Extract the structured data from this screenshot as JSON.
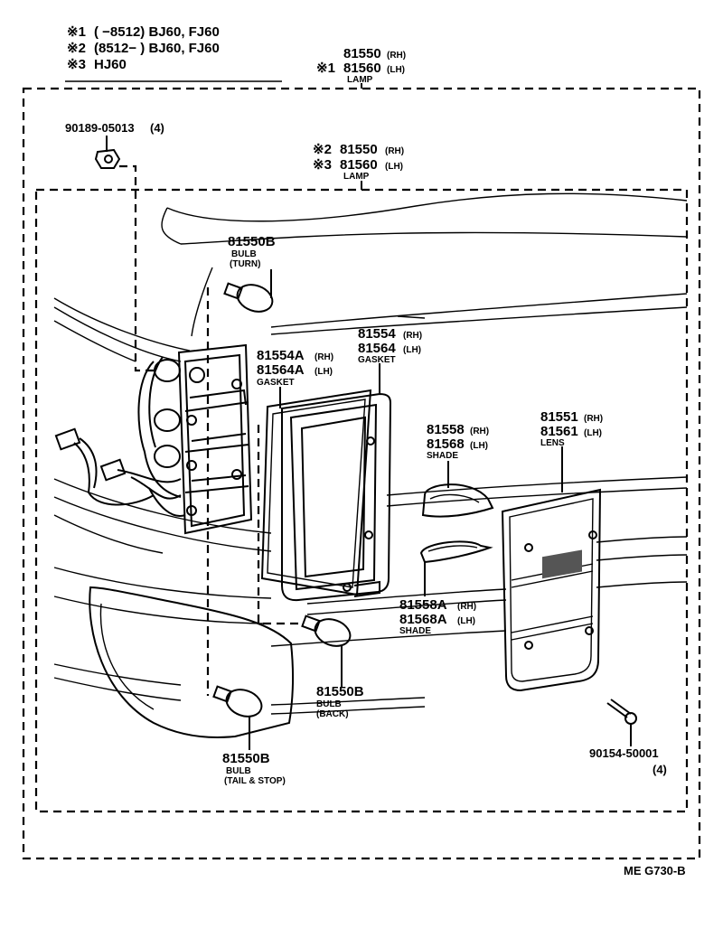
{
  "notes": [
    {
      "mark": "※1",
      "text": "(      −8512) BJ60, FJ60"
    },
    {
      "mark": "※2",
      "text": "(8512−       ) BJ60, FJ60"
    },
    {
      "mark": "※3",
      "text": "HJ60"
    }
  ],
  "lamp_outer": {
    "mark": "※1",
    "num_rh": "81550",
    "num_lh": "81560",
    "rh": "(RH)",
    "lh": "(LH)",
    "name": "LAMP"
  },
  "lamp_inner": {
    "mark_rh": "※2",
    "mark_lh": "※3",
    "num_rh": "81550",
    "num_lh": "81560",
    "rh": "(RH)",
    "lh": "(LH)",
    "name": "LAMP"
  },
  "screw_top": {
    "part": "90189-05013",
    "qty": "(4)"
  },
  "bulb_turn": {
    "part": "81550B",
    "name": "BULB",
    "desc": "(TURN)"
  },
  "gasket_a": {
    "part_rh": "81554A",
    "part_lh": "81564A",
    "rh": "(RH)",
    "lh": "(LH)",
    "name": "GASKET"
  },
  "gasket": {
    "part_rh": "81554",
    "part_lh": "81564",
    "rh": "(RH)",
    "lh": "(LH)",
    "name": "GASKET"
  },
  "shade": {
    "part_rh": "81558",
    "part_lh": "81568",
    "rh": "(RH)",
    "lh": "(LH)",
    "name": "SHADE"
  },
  "lens": {
    "part_rh": "81551",
    "part_lh": "81561",
    "rh": "(RH)",
    "lh": "(LH)",
    "name": "LENS"
  },
  "shade_a": {
    "part_rh": "81558A",
    "part_lh": "81568A",
    "rh": "(RH)",
    "lh": "(LH)",
    "name": "SHADE"
  },
  "bulb_back": {
    "part": "81550B",
    "name": "BULB",
    "desc": "(BACK)"
  },
  "bulb_tail": {
    "part": "81550B",
    "name": "BULB",
    "desc": "(TAIL & STOP)"
  },
  "screw_lens": {
    "part": "90154-50001",
    "qty": "(4)"
  },
  "page_code": "ME  G730-B"
}
